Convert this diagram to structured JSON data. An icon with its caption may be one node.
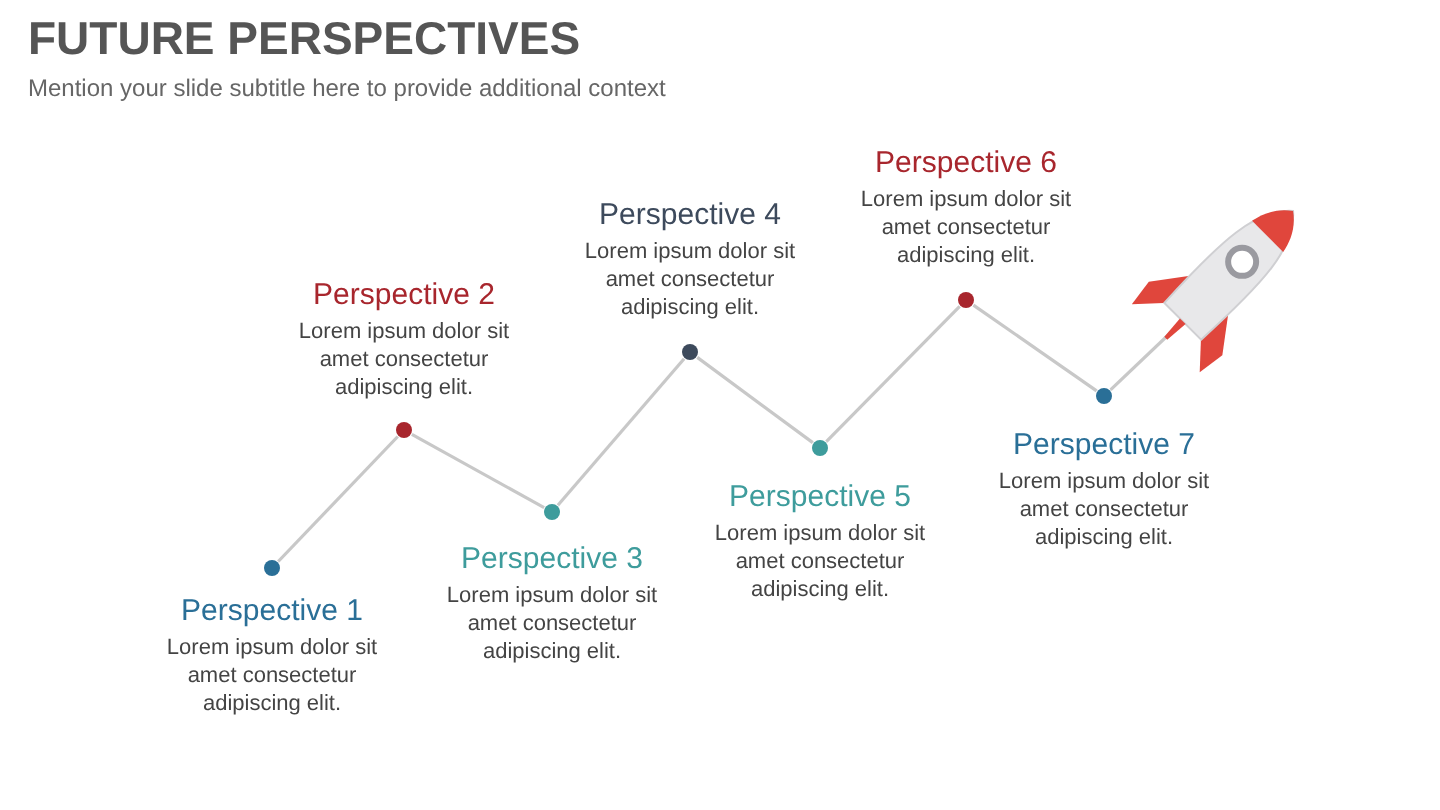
{
  "diagram": {
    "title": "FUTURE PERSPECTIVES",
    "caption": "Mention your slide subtitle here to provide additional context",
    "nodes": [
      {
        "text": [],
        "shape": "circle",
        "beside": [
          "Perspective 1",
          "Lorem ipsum dolor sit amet consectetur adipiscing elit."
        ]
      },
      {
        "text": [],
        "shape": "circle",
        "beside": [
          "Perspective 2",
          "Lorem ipsum dolor sit amet consectetur adipiscing elit."
        ]
      },
      {
        "text": [],
        "shape": "circle",
        "beside": [
          "Perspective 3",
          "Lorem ipsum dolor sit amet consectetur adipiscing elit."
        ]
      },
      {
        "text": [],
        "shape": "circle",
        "beside": [
          "Perspective 4",
          "Lorem ipsum dolor sit amet consectetur adipiscing elit."
        ]
      },
      {
        "text": [],
        "shape": "circle",
        "beside": [
          "Perspective 5",
          "Lorem ipsum dolor sit amet consectetur adipiscing elit."
        ]
      },
      {
        "text": [],
        "shape": "circle",
        "beside": [
          "Perspective 6",
          "Lorem ipsum dolor sit amet consectetur adipiscing elit."
        ]
      },
      {
        "text": [],
        "shape": "circle",
        "beside": [
          "Perspective 7",
          "Lorem ipsum dolor sit amet consectetur adipiscing elit."
        ]
      },
      {
        "text": [],
        "shape": "picture"
      }
    ],
    "edges": [
      {
        "from": 0,
        "to": 1,
        "arrow": "none"
      },
      {
        "from": 1,
        "to": 2,
        "arrow": "none"
      },
      {
        "from": 2,
        "to": 3,
        "arrow": "none"
      },
      {
        "from": 3,
        "to": 4,
        "arrow": "none"
      },
      {
        "from": 4,
        "to": 5,
        "arrow": "none"
      },
      {
        "from": 5,
        "to": 6,
        "arrow": "none"
      },
      {
        "from": 6,
        "to": 7,
        "arrow": "none"
      }
    ]
  }
}
